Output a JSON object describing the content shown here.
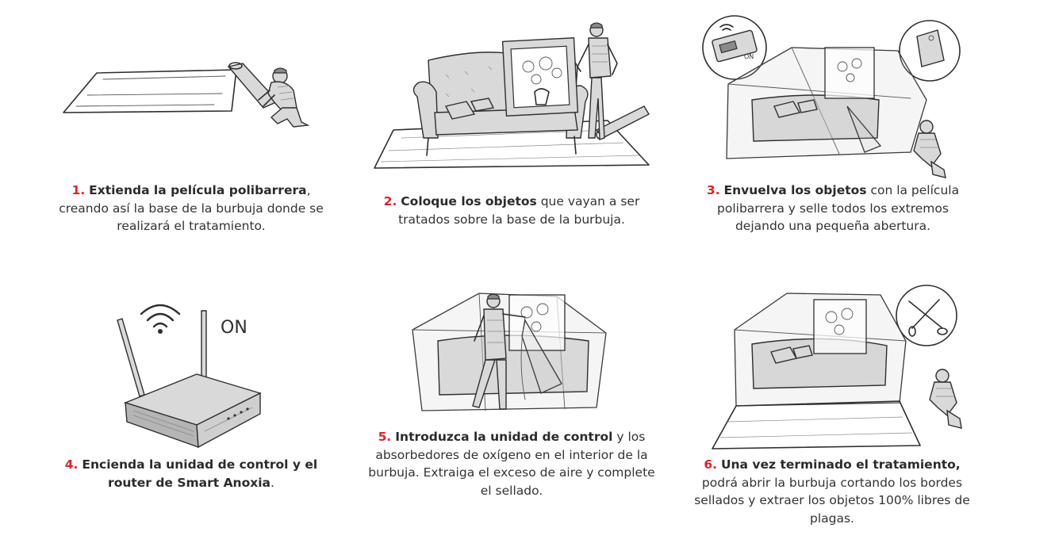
{
  "colors": {
    "accent": "#e3202a",
    "text": "#333333",
    "ink": "#2e2e2e"
  },
  "steps": [
    {
      "num": "1.",
      "bold": "Extienda la película polibarrera",
      "rest": ", creando así la base de la burbuja donde se realizará el tratamiento."
    },
    {
      "num": "2.",
      "bold": "Coloque los objetos",
      "rest": " que vayan a ser tratados sobre la base de la burbuja."
    },
    {
      "num": "3.",
      "bold": "Envuelva los objetos",
      "rest": " con la película polibarrera y selle todos los extremos dejando una pequeña abertura."
    },
    {
      "num": "4.",
      "bold": "Encienda la unidad de control y el router de Smart Anoxia",
      "rest": "."
    },
    {
      "num": "5.",
      "bold": "Introduzca la unidad de control",
      "rest": " y los absorbedores de oxígeno en el interior de la burbuja. Extraiga el exceso de aire y complete el sellado."
    },
    {
      "num": "6.",
      "bold": "Una vez terminado el tratamiento,",
      "rest": " podrá abrir la burbuja cortando los bordes sellados y extraer los objetos 100% libres de plagas."
    }
  ],
  "labels": {
    "router_on": "ON",
    "device_on": "ON"
  }
}
